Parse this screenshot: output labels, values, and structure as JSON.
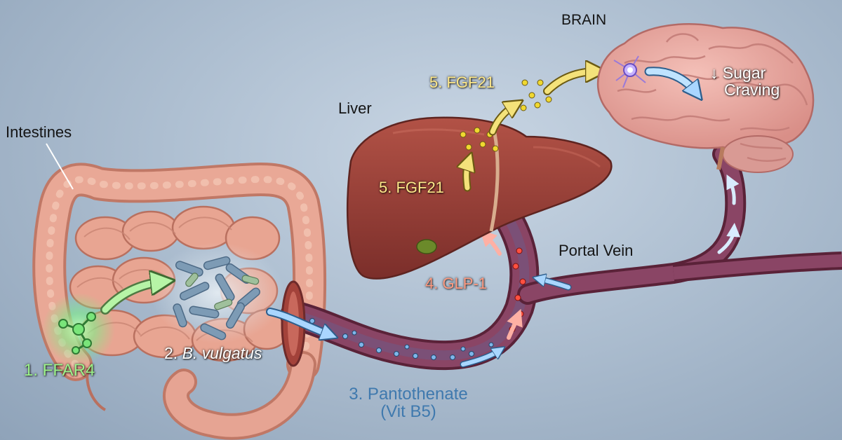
{
  "labels": {
    "brain": "BRAIN",
    "liver": "Liver",
    "intestines": "Intestines",
    "portal_vein": "Portal Vein",
    "sugar_craving_arrow": "↓",
    "sugar_craving_line1": "Sugar",
    "sugar_craving_line2": "Craving"
  },
  "steps": {
    "ffar4": "1. FFAR4",
    "bvulgatus_prefix": "2. ",
    "bvulgatus_name": "B. vulgatus",
    "pantothenate_line1": "3. Pantothenate",
    "pantothenate_line2": "(Vit B5)",
    "glp1": "4. GLP-1",
    "fgf21_liver": "5. FGF21",
    "fgf21_top": "5. FGF21"
  },
  "colors": {
    "background": "#a9bbcf",
    "intestine": "#e8a592",
    "liver": "#9a4038",
    "brain": "#e9a7a0",
    "vessel": "#7a3b55",
    "bacteria": "#7d9bb5",
    "ffar4_glow": "#7ef08a",
    "pantothenate": "#7fb6ea",
    "glp1": "#ff5040",
    "fgf21": "#f0d830"
  }
}
